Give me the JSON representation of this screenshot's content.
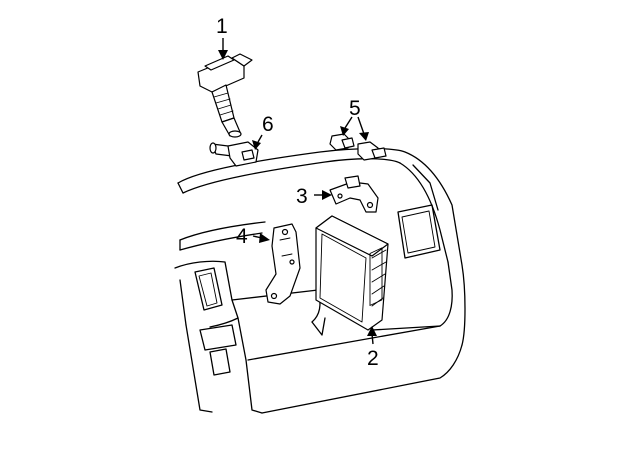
{
  "callouts": {
    "c1": "1",
    "c2": "2",
    "c3": "3",
    "c4": "4",
    "c5": "5",
    "c6": "6"
  },
  "parts": [
    {
      "callout": "1",
      "icon": "ignition-coil-icon"
    },
    {
      "callout": "2",
      "icon": "control-module-icon"
    },
    {
      "callout": "3",
      "icon": "upper-bracket-icon"
    },
    {
      "callout": "4",
      "icon": "side-bracket-icon"
    },
    {
      "callout": "5",
      "icon": "sensor-pair-icon"
    },
    {
      "callout": "6",
      "icon": "sensor-icon"
    }
  ]
}
